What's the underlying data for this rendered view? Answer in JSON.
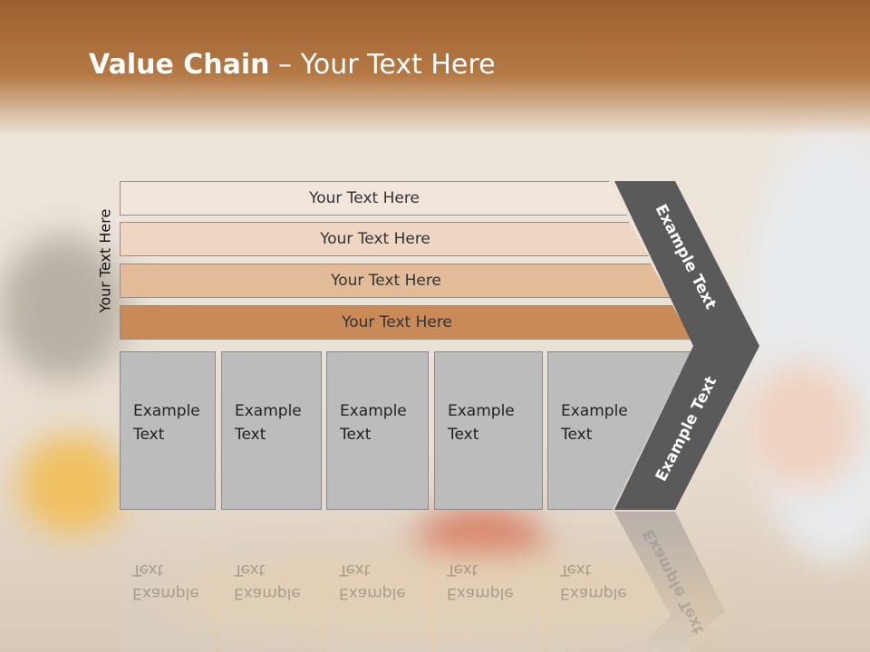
{
  "slide": {
    "title_bold": "Value Chain",
    "title_rest": " – Your Text Here"
  },
  "diagram": {
    "side_label": "Your Text Here",
    "bars": [
      {
        "label": "Your Text Here",
        "color": "#f2e5db"
      },
      {
        "label": "Your Text Here",
        "color": "#eed6c3"
      },
      {
        "label": "Your Text Here",
        "color": "#e2bb99"
      },
      {
        "label": "Your Text Here",
        "color": "#c98a58"
      }
    ],
    "boxes": [
      {
        "line1": "Example",
        "line2": "Text"
      },
      {
        "line1": "Example",
        "line2": "Text"
      },
      {
        "line1": "Example",
        "line2": "Text"
      },
      {
        "line1": "Example",
        "line2": "Text"
      },
      {
        "line1": "Example",
        "line2": "Text"
      }
    ],
    "chevron_top_label": "Example Text",
    "chevron_bottom_label": "Example Text",
    "chevron_color": "#5a5a5a"
  }
}
